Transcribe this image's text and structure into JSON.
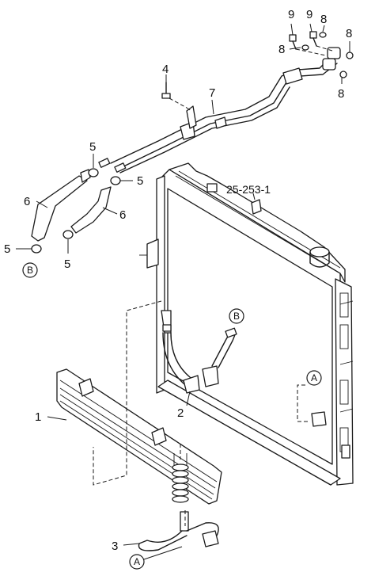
{
  "callouts": {
    "c1": "1",
    "c2": "2",
    "c3": "3",
    "c4": "4",
    "c5a": "5",
    "c5b": "5",
    "c5c": "5",
    "c5d": "5",
    "c6a": "6",
    "c6b": "6",
    "c7": "7",
    "c8a": "8",
    "c8b": "8",
    "c8c": "8",
    "c8d": "8",
    "c9a": "9",
    "c9b": "9"
  },
  "reference": "25-253-1",
  "connectors": {
    "a_top": "A",
    "a_bottom": "A",
    "b_top": "B",
    "b_left": "B"
  }
}
